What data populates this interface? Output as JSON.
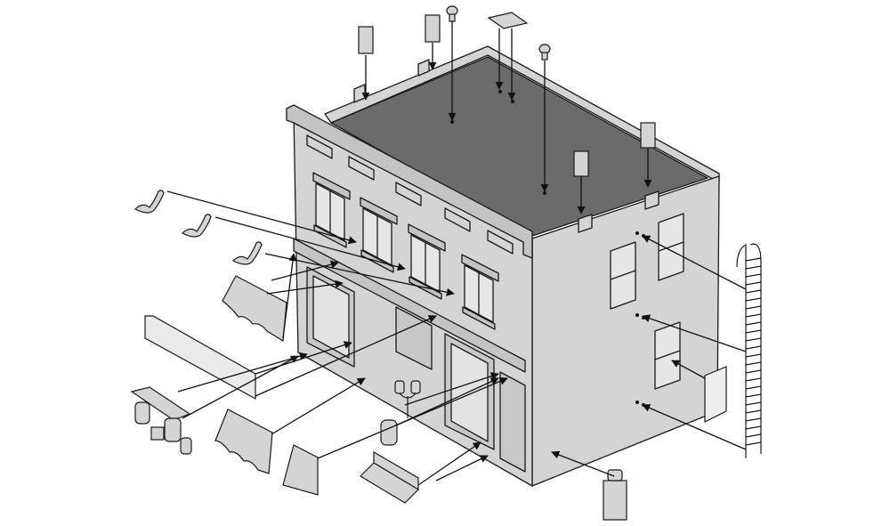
{
  "diagram": {
    "type": "exploded-isometric-assembly",
    "colors": {
      "roof": "#6b6b6b",
      "wall": "#d4d4d4",
      "wall_shade": "#bdbdbd",
      "outline": "#1a1a1a",
      "arrow": "#111111",
      "background": "#ffffff"
    },
    "parts": [
      "roof-vent",
      "chimney-cap",
      "skylight",
      "ac-unit",
      "cornice-bracket",
      "awning",
      "sign-board",
      "barrels",
      "crates",
      "street-lamp",
      "bench",
      "ladder",
      "poster",
      "trash-can",
      "window"
    ]
  }
}
